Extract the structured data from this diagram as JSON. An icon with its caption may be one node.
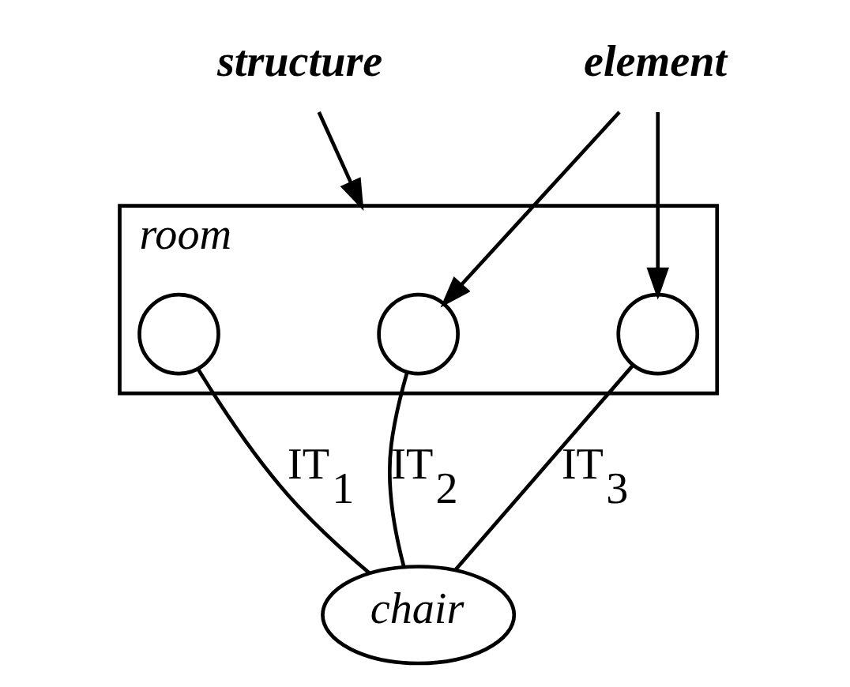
{
  "diagram": {
    "nodes": [
      {
        "text": [
          "room"
        ]
      },
      {
        "text": [],
        "shape": "circle",
        "in": 0
      },
      {
        "text": [],
        "shape": "circle",
        "in": 0
      },
      {
        "text": [],
        "shape": "circle",
        "in": 0
      },
      {
        "text": [
          "chair"
        ]
      },
      {
        "text": [
          "structure"
        ]
      },
      {
        "text": [
          "element"
        ]
      }
    ],
    "edges": [
      {
        "from": 1,
        "to": 4,
        "arrow": "none",
        "label": "IT$_{1}$"
      },
      {
        "from": 2,
        "to": 4,
        "arrow": "none",
        "label": "IT$_{2}$"
      },
      {
        "from": 3,
        "to": 4,
        "arrow": "none",
        "label": "IT$_{3}$"
      },
      {
        "from": 5,
        "to": 0,
        "arrow": "to"
      },
      {
        "from": 6,
        "to": 2,
        "arrow": "to"
      },
      {
        "from": 6,
        "to": 3,
        "arrow": "to"
      }
    ]
  }
}
